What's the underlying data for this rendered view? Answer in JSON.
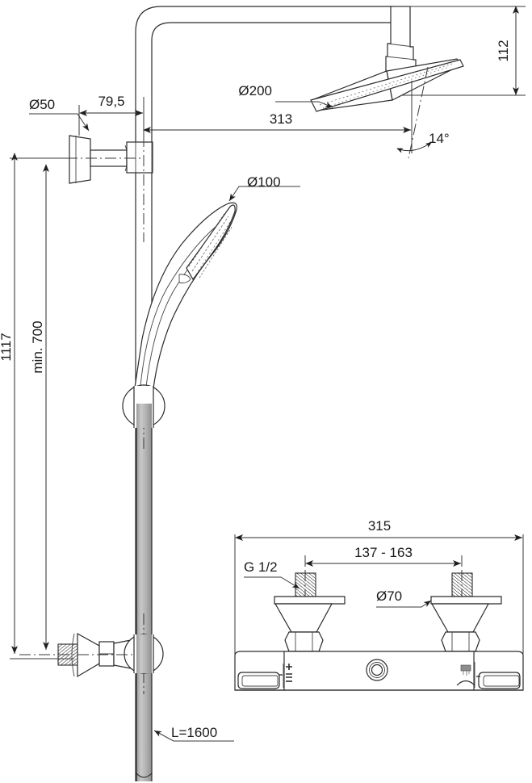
{
  "drawing": {
    "title": "Shower column technical dimension drawing",
    "units": "mm",
    "background_color": "#ffffff",
    "line_color": "#2b2b2b",
    "pipe_fill_color": "#b5b5b5"
  },
  "dimensions": {
    "head_height_offset": "112",
    "head_diameter": "Ø200",
    "head_projection": "313",
    "head_angle": "14°",
    "wall_bracket_diameter": "Ø50",
    "wall_bracket_offset": "79,5",
    "handshower_diameter": "Ø100",
    "total_height": "1117",
    "min_height": "min. 700",
    "hose_length": "L=1600",
    "mixer_width": "315",
    "inlet_spacing": "137 - 163",
    "inlet_thread": "G 1/2",
    "escutcheon_diameter": "Ø70"
  },
  "labels": {
    "d112": "112",
    "d200": "Ø200",
    "d313": "313",
    "d14deg": "14°",
    "d50": "Ø50",
    "d795": "79,5",
    "d100": "Ø100",
    "d1117": "1117",
    "dmin700": "min. 700",
    "dL1600": "L=1600",
    "d315": "315",
    "d137163": "137 - 163",
    "dG12": "G 1/2",
    "d70": "Ø70"
  },
  "icons": {
    "temperature_control": "plus-minus-icon",
    "flow_control": "shower-flow-icon",
    "arrowhead": "dimension-arrow-icon"
  }
}
